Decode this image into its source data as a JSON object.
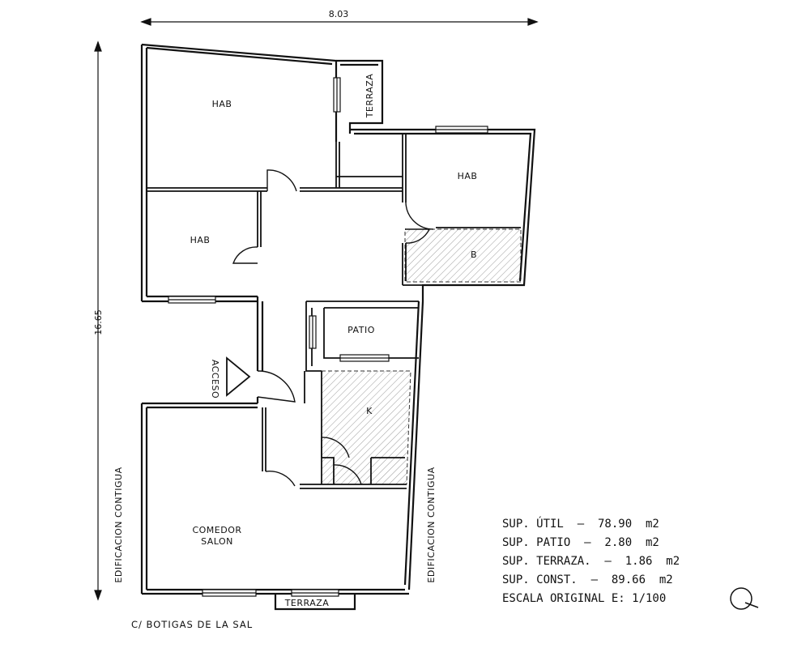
{
  "dimensions": {
    "width": "8.03",
    "height": "16.65"
  },
  "rooms": {
    "hab1": "HAB",
    "hab2": "HAB",
    "hab3": "HAB",
    "bathroom": "B",
    "patio": "PATIO",
    "kitchen": "K",
    "living_line1": "COMEDOR",
    "living_line2": "SALON",
    "terrace_top": "TERRAZA",
    "terrace_bottom": "TERRAZA"
  },
  "labels": {
    "access": "ACCESO",
    "adjacent_left": "EDIFICACION CONTIGUA",
    "adjacent_right": "EDIFICACION CONTIGUA",
    "street": "C/  BOTIGAS DE LA SAL"
  },
  "surfaces": [
    "SUP. ÚTIL  –  78.90  m2",
    "SUP. PATIO  –  2.80  m2",
    "SUP. TERRAZA.  –  1.86  m2",
    "SUP. CONST.  –  89.66  m2",
    "ESCALA ORIGINAL E: 1/100"
  ]
}
